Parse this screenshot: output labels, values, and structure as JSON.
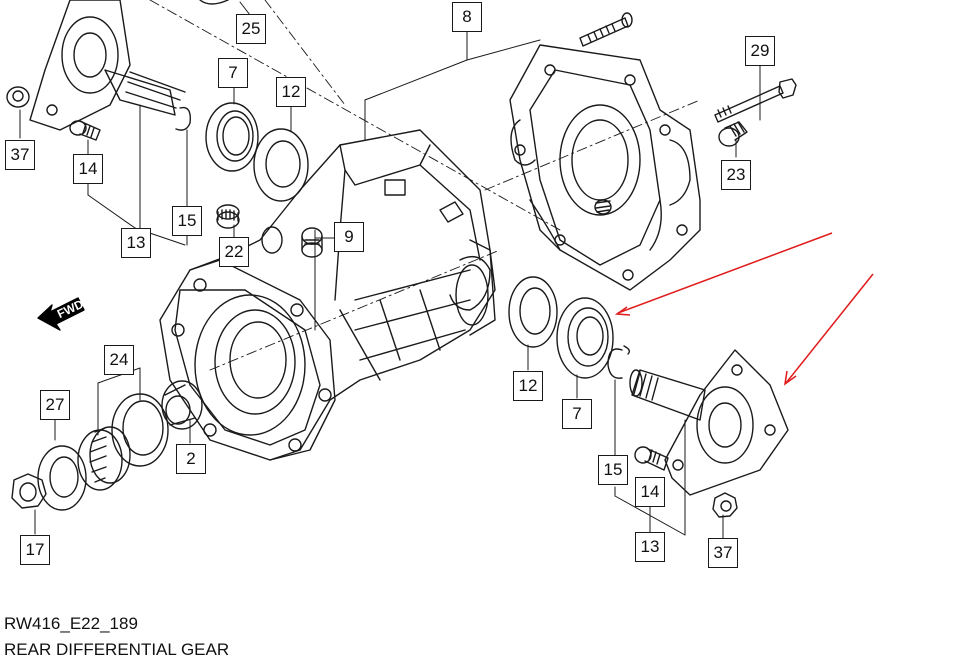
{
  "diagram": {
    "code": "RW416_E22_189",
    "title": "REAR DIFFERENTIAL GEAR",
    "direction_marker": "FWD",
    "arrow_color": "#e11a1a",
    "callouts": [
      "25",
      "8",
      "29",
      "7",
      "12",
      "37",
      "14",
      "15",
      "13",
      "22",
      "9",
      "23",
      "24",
      "27",
      "2",
      "17",
      "12",
      "7",
      "15",
      "14",
      "13",
      "37"
    ]
  }
}
